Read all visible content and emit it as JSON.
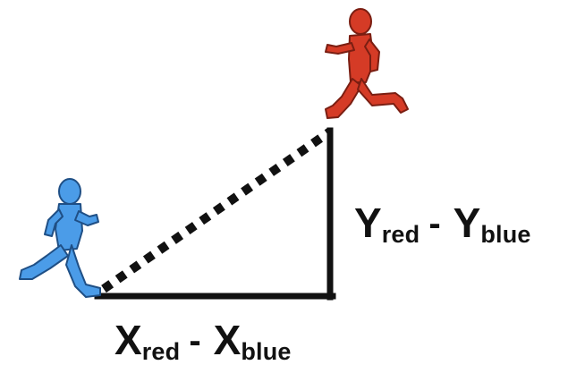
{
  "colors": {
    "red_runner": "#D53B26",
    "blue_runner": "#4B9CE8",
    "lines": "#111111",
    "background": "#FFFFFF"
  },
  "figures": {
    "red": {
      "icon": "running-person-icon",
      "color": "red"
    },
    "blue": {
      "icon": "running-person-icon",
      "color": "blue"
    }
  },
  "labels": {
    "vertical": {
      "main": "Y",
      "sub1": "red",
      "op": "-",
      "main2": "Y",
      "sub2": "blue"
    },
    "horizontal": {
      "main": "X",
      "sub1": "red",
      "op": "-",
      "main2": "X",
      "sub2": "blue"
    }
  },
  "lines": {
    "hypotenuse": "dotted",
    "legs": "solid"
  }
}
